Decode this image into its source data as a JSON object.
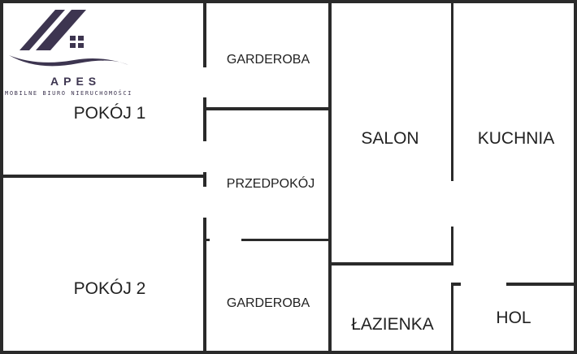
{
  "logo": {
    "name": "APES",
    "tagline": "MOBILNE BIURO NIERUCHOMOŚCI",
    "color": "#3d3550"
  },
  "rooms": {
    "pokoj1": "POKÓJ 1",
    "pokoj2": "POKÓJ 2",
    "garderoba_top": "GARDEROBA",
    "przedpokoj": "PRZEDPOKÓJ",
    "garderoba_bottom": "GARDEROBA",
    "salon": "SALON",
    "kuchnia": "KUCHNIA",
    "lazienka": "ŁAZIENKA",
    "hol": "HOL"
  }
}
